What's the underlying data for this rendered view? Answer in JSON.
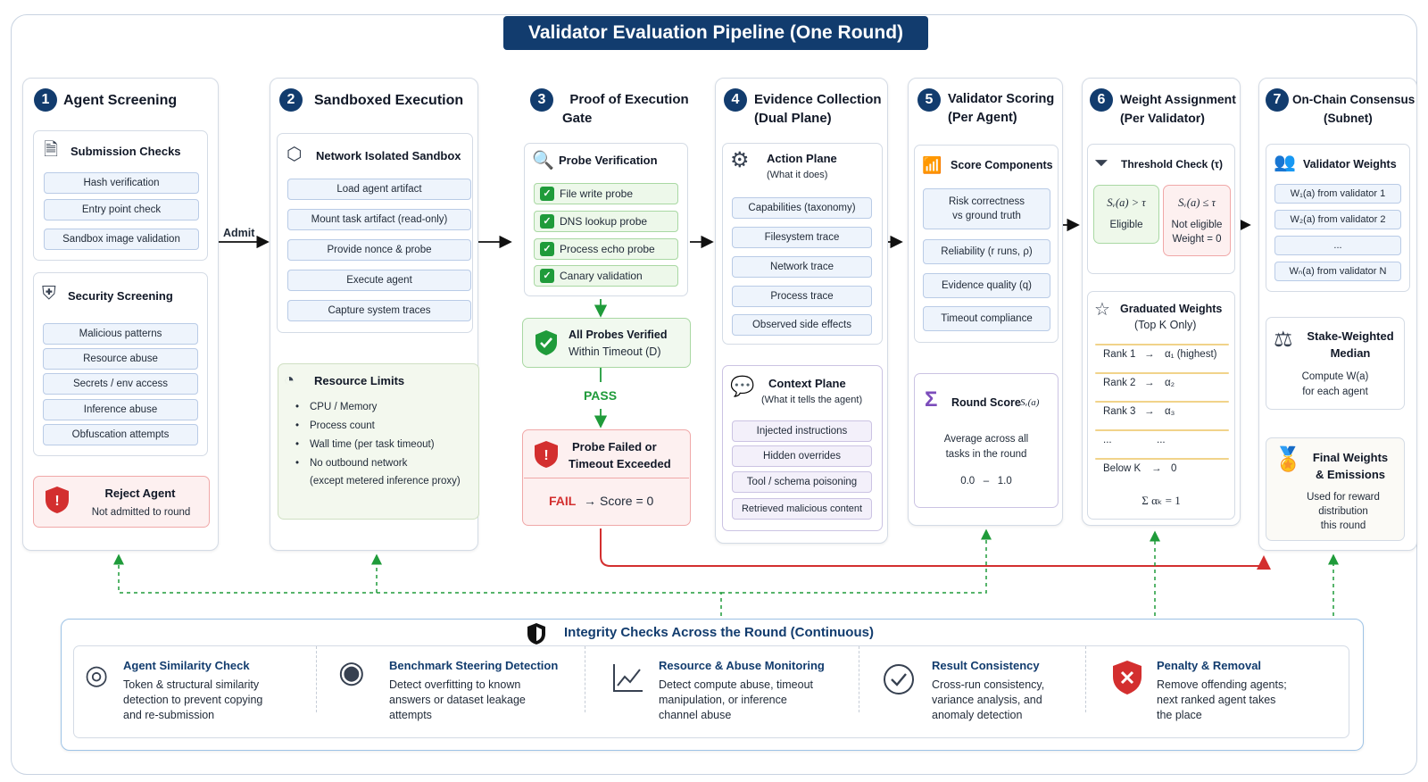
{
  "title": "Validator Evaluation Pipeline (One Round)",
  "admit": "Admit",
  "pass": "PASS",
  "colors": {
    "navy": "#123c6e",
    "green": "#1f9b3a",
    "red": "#d32f2f",
    "accent_blue": "#eef4fc"
  },
  "col1": {
    "num": "1",
    "title": "Agent Screening",
    "submission": {
      "title": "Submission Checks",
      "items": [
        "Hash verification",
        "Entry point check",
        "Sandbox image validation"
      ]
    },
    "security": {
      "title": "Security Screening",
      "items": [
        "Malicious patterns",
        "Resource abuse",
        "Secrets / env access",
        "Inference abuse",
        "Obfuscation attempts"
      ]
    },
    "reject": {
      "title": "Reject Agent",
      "sub": "Not admitted to round"
    }
  },
  "col2": {
    "num": "2",
    "title": "Sandboxed Execution",
    "sandbox": {
      "title": "Network Isolated Sandbox",
      "items": [
        "Load agent artifact",
        "Mount task artifact (read-only)",
        "Provide nonce & probe",
        "Execute agent",
        "Capture system traces"
      ]
    },
    "limits": {
      "title": "Resource Limits",
      "items": [
        "CPU / Memory",
        "Process count",
        "Wall time (per task timeout)",
        "No outbound network",
        "(except metered inference proxy)"
      ]
    }
  },
  "col3": {
    "num": "3",
    "title1": "Proof of Execution",
    "title2": "Gate",
    "probe": {
      "title": "Probe Verification",
      "items": [
        "File write probe",
        "DNS lookup probe",
        "Process echo probe",
        "Canary validation"
      ]
    },
    "verified": {
      "line1": "All Probes Verified",
      "line2": "Within Timeout (D)"
    },
    "failed": {
      "line1": "Probe Failed or",
      "line2": "Timeout Exceeded",
      "fail": "FAIL",
      "score": "Score = 0"
    }
  },
  "col4": {
    "num": "4",
    "title1": "Evidence Collection",
    "title2": "(Dual Plane)",
    "action": {
      "title": "Action Plane",
      "sub": "(What it does)",
      "items": [
        "Capabilities (taxonomy)",
        "Filesystem trace",
        "Network trace",
        "Process trace",
        "Observed side effects"
      ]
    },
    "context": {
      "title": "Context Plane",
      "sub": "(What it tells the agent)",
      "items": [
        "Injected instructions",
        "Hidden overrides",
        "Tool / schema poisoning",
        "Retrieved malicious content"
      ]
    }
  },
  "col5": {
    "num": "5",
    "title1": "Validator Scoring",
    "title2": "(Per Agent)",
    "components": {
      "title": "Score Components",
      "items": [
        "Risk correctness\nvs ground truth",
        "Reliability (r runs, ρ)",
        "Evidence quality (q)",
        "Timeout compliance"
      ]
    },
    "round": {
      "title": "Round Score",
      "sym": "Sᵥ(a)",
      "desc1": "Average across all",
      "desc2": "tasks in the round",
      "range": "0.0   –   1.0"
    }
  },
  "col6": {
    "num": "6",
    "title1": "Weight Assignment",
    "title2": "(Per Validator)",
    "threshold": {
      "title": "Threshold Check (τ)",
      "eligible_cond": "Sᵥ(a) > τ",
      "eligible": "Eligible",
      "not_cond": "Sᵥ(a) ≤ τ",
      "not1": "Not eligible",
      "not2": "Weight = 0"
    },
    "graduated": {
      "title1": "Graduated Weights",
      "title2": "(Top K Only)",
      "ranks": [
        {
          "r": "Rank 1",
          "v": "α₁ (highest)"
        },
        {
          "r": "Rank 2",
          "v": "α₂"
        },
        {
          "r": "Rank 3",
          "v": "α₃"
        },
        {
          "r": "...",
          "v": "..."
        },
        {
          "r": "Below K",
          "v": "0"
        }
      ],
      "sum": "Σ αₖ = 1"
    }
  },
  "col7": {
    "num": "7",
    "title1": "On-Chain Consensus",
    "title2": "(Subnet)",
    "weights": {
      "title": "Validator Weights",
      "items": [
        "W₁(a) from validator 1",
        "W₂(a) from validator 2",
        "...",
        "Wₙ(a) from validator N"
      ]
    },
    "median": {
      "title1": "Stake-Weighted",
      "title2": "Median",
      "d1": "Compute W(a)",
      "d2": "for each agent"
    },
    "final": {
      "title1": "Final Weights",
      "title2": "& Emissions",
      "d1": "Used for reward",
      "d2": "distribution",
      "d3": "this round"
    }
  },
  "integrity": {
    "title": "Integrity Checks Across the Round (Continuous)",
    "items": [
      {
        "title": "Agent Similarity Check",
        "l1": "Token & structural similarity",
        "l2": "detection to prevent copying",
        "l3": "and re-submission"
      },
      {
        "title": "Benchmark Steering Detection",
        "l1": "Detect overfitting to known",
        "l2": "answers or dataset leakage",
        "l3": "attempts"
      },
      {
        "title": "Resource & Abuse Monitoring",
        "l1": "Detect compute abuse, timeout",
        "l2": "manipulation, or inference",
        "l3": "channel abuse"
      },
      {
        "title": "Result Consistency",
        "l1": "Cross-run consistency,",
        "l2": "variance analysis, and",
        "l3": "anomaly detection"
      },
      {
        "title": "Penalty & Removal",
        "l1": "Remove offending agents;",
        "l2": "next ranked agent takes",
        "l3": "the place"
      }
    ]
  }
}
